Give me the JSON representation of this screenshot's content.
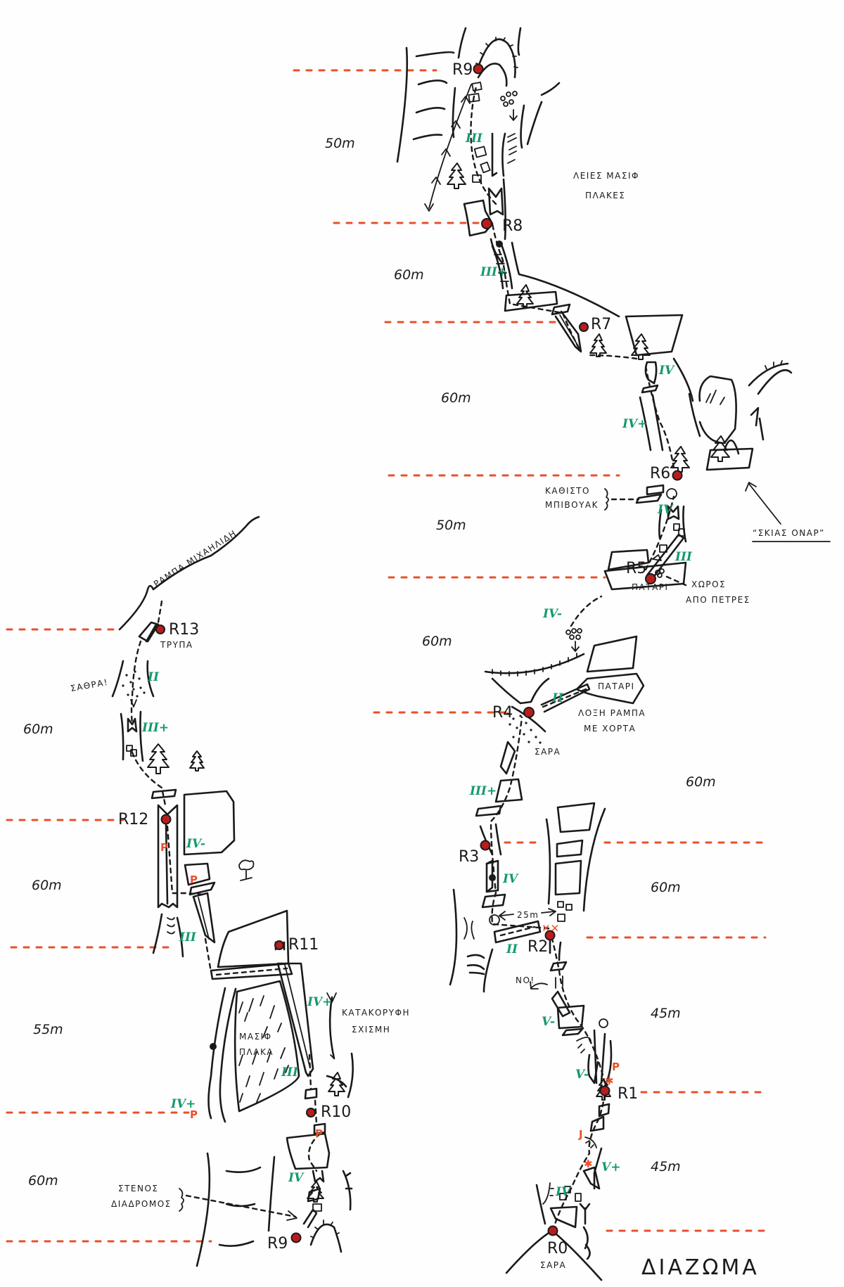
{
  "title": "ΔΙΑΖΩΜΑ",
  "colors": {
    "ink": "#1a1a1a",
    "pitch_marker": "#e8502a",
    "grade": "#159a6a",
    "belay": "#b81d1d",
    "protection": "#e8502a"
  },
  "belays": {
    "r0": "R0",
    "r1": "R1",
    "r2": "R2",
    "r3": "R3",
    "r4": "R4",
    "r5": "R5",
    "r6": "R6",
    "r7": "R7",
    "r8": "R8",
    "r9_top": "R9",
    "r9_bottom": "R9",
    "r10": "R10",
    "r11": "R11",
    "r12": "R12",
    "r13": "R13"
  },
  "pitch_lengths": {
    "p_r0_r1": "45m",
    "p_r1_r2": "45m",
    "p_r2_r3": "60m",
    "p_r3_r4": "60m",
    "p_r4_r5": "60m",
    "p_r5_r6": "50m",
    "p_r6_r7": "60m",
    "p_r7_r8": "60m",
    "p_r8_r9": "50m",
    "p_r9_r10": "60m",
    "p_r10_r11": "55m",
    "p_r11_r12": "60m",
    "p_r12_r13": "60m"
  },
  "grades": {
    "g_r0_a": "IV",
    "g_r0_b": "V+",
    "g_r1_a": "V-",
    "g_r1_b": "V-",
    "g_r2_a": "II",
    "g_r3_a": "IV",
    "g_r3_b": "III+",
    "g_r4_a": "II",
    "g_r4_b": "IV-",
    "g_r5_a": "III",
    "g_r5_b": "IV",
    "g_r6_a": "IV+",
    "g_r6_b": "IV",
    "g_r7_a": "III+",
    "g_r8_a": "III",
    "g_r9_a": "IV",
    "g_r10_a": "III",
    "g_r10_b": "IV+",
    "g_r10_c": "IV+",
    "g_r11_a": "III",
    "g_r11_b": "IV-",
    "g_r12_a": "III+",
    "g_r12_b": "II"
  },
  "protection_marks": {
    "p1": "P",
    "p2": "P",
    "p3": "P",
    "p4": "P",
    "p5": "P",
    "xx_r2": "✕✕",
    "x_r1": "✱",
    "x_r0": "✱",
    "j_r0": "J"
  },
  "annotations": {
    "smooth_slabs_1": "ΛΕΙΕΣ ΜΑΣΙΦ",
    "smooth_slabs_2": "ΠΛΑΚΕΣ",
    "bivouac_1": "ΚΑΘΙΣΤΟ",
    "bivouac_2": "ΜΠΙΒΟΥΑΚ",
    "skias_onar": "“ΣΚΙΑΣ ΟΝΑΡ”",
    "ledge_r5": "ΠΑΤΑΡΙ",
    "space_1": "ΧΩΡΟΣ",
    "space_2": "ΑΠΟ ΠΕΤΡΕΣ",
    "ledge_r4": "ΠΑΤΑΡΙ",
    "ramp_1": "ΛΟΞΗ ΡΑΜΠΑ",
    "ramp_2": "ΜΕ ΧΟΡΤΑ",
    "scree_r4": "ΣΑΡΑ",
    "traverse": "25m",
    "no": "NO!",
    "scree_r0": "ΣΑΡΑ",
    "ramp_michailidi": "ΡΑΜΠΑ ΜΙΧΑΗΛΙΔΗ",
    "hole": "ΤΡΥΠΑ",
    "loose": "ΣΑΘΡΑ!",
    "massif_1": "ΜΑΣΙΦ",
    "massif_2": "ΠΛΑΚΑ",
    "vertical_1": "ΚΑΤΑΚΟΡΥΦΗ",
    "vertical_2": "ΣΧΙΣΜΗ",
    "narrow_1": "ΣΤΕΝΟΣ",
    "narrow_2": "ΔΙΑΔΡΟΜΟΣ"
  }
}
